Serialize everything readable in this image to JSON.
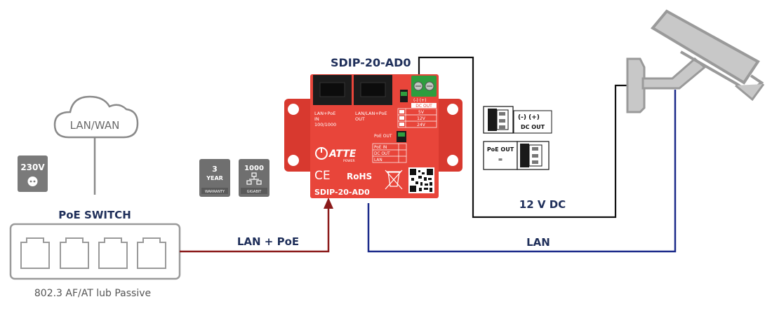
{
  "cloud": {
    "label": "LAN/WAN"
  },
  "power_badge": {
    "label": "230V"
  },
  "switch": {
    "title": "PoE SWITCH",
    "subtitle": "802.3 AF/AT lub Passive"
  },
  "warranty_badge": {
    "number": "3",
    "unit": "YEAR",
    "caption": "WARRANTY"
  },
  "gigabit_badge": {
    "number": "1000",
    "caption": "GIGABIT"
  },
  "device": {
    "title": "SDIP-20-AD0",
    "port_in_label": "LAN+PoE",
    "port_in_sub1": "IN",
    "port_in_sub2": "100/1000",
    "port_out_label": "LAN/LAN+PoE",
    "port_out_sub": "OUT",
    "terminal_polarity": "(-)  (+)",
    "dc_out_label": "DC OUT",
    "voltages": [
      "5V",
      "12V",
      "24V"
    ],
    "poe_out_label": "PoE OUT",
    "jumper_rows": [
      "PoE IN",
      "DC OUT",
      "LAN"
    ],
    "brand": "ATTE",
    "brand_sub": "POWER",
    "ce_mark": "CE",
    "rohs_mark": "RoHS",
    "model_print": "SDIP-20-AD0"
  },
  "jumper_dc": {
    "polarity": "(-)  (+)",
    "label": "DC OUT"
  },
  "jumper_poe": {
    "label": "PoE OUT",
    "sub": "="
  },
  "connections": {
    "lan_poe": "LAN + PoE",
    "dc": "12 V DC",
    "lan": "LAN"
  },
  "colors": {
    "lan_poe_line": "#8b1a1a",
    "lan_line": "#1b2a8a",
    "dc_line": "#111111",
    "board": "#e8453a",
    "label_text": "#1f2f5a",
    "gray_icon": "#7a7a7a"
  }
}
